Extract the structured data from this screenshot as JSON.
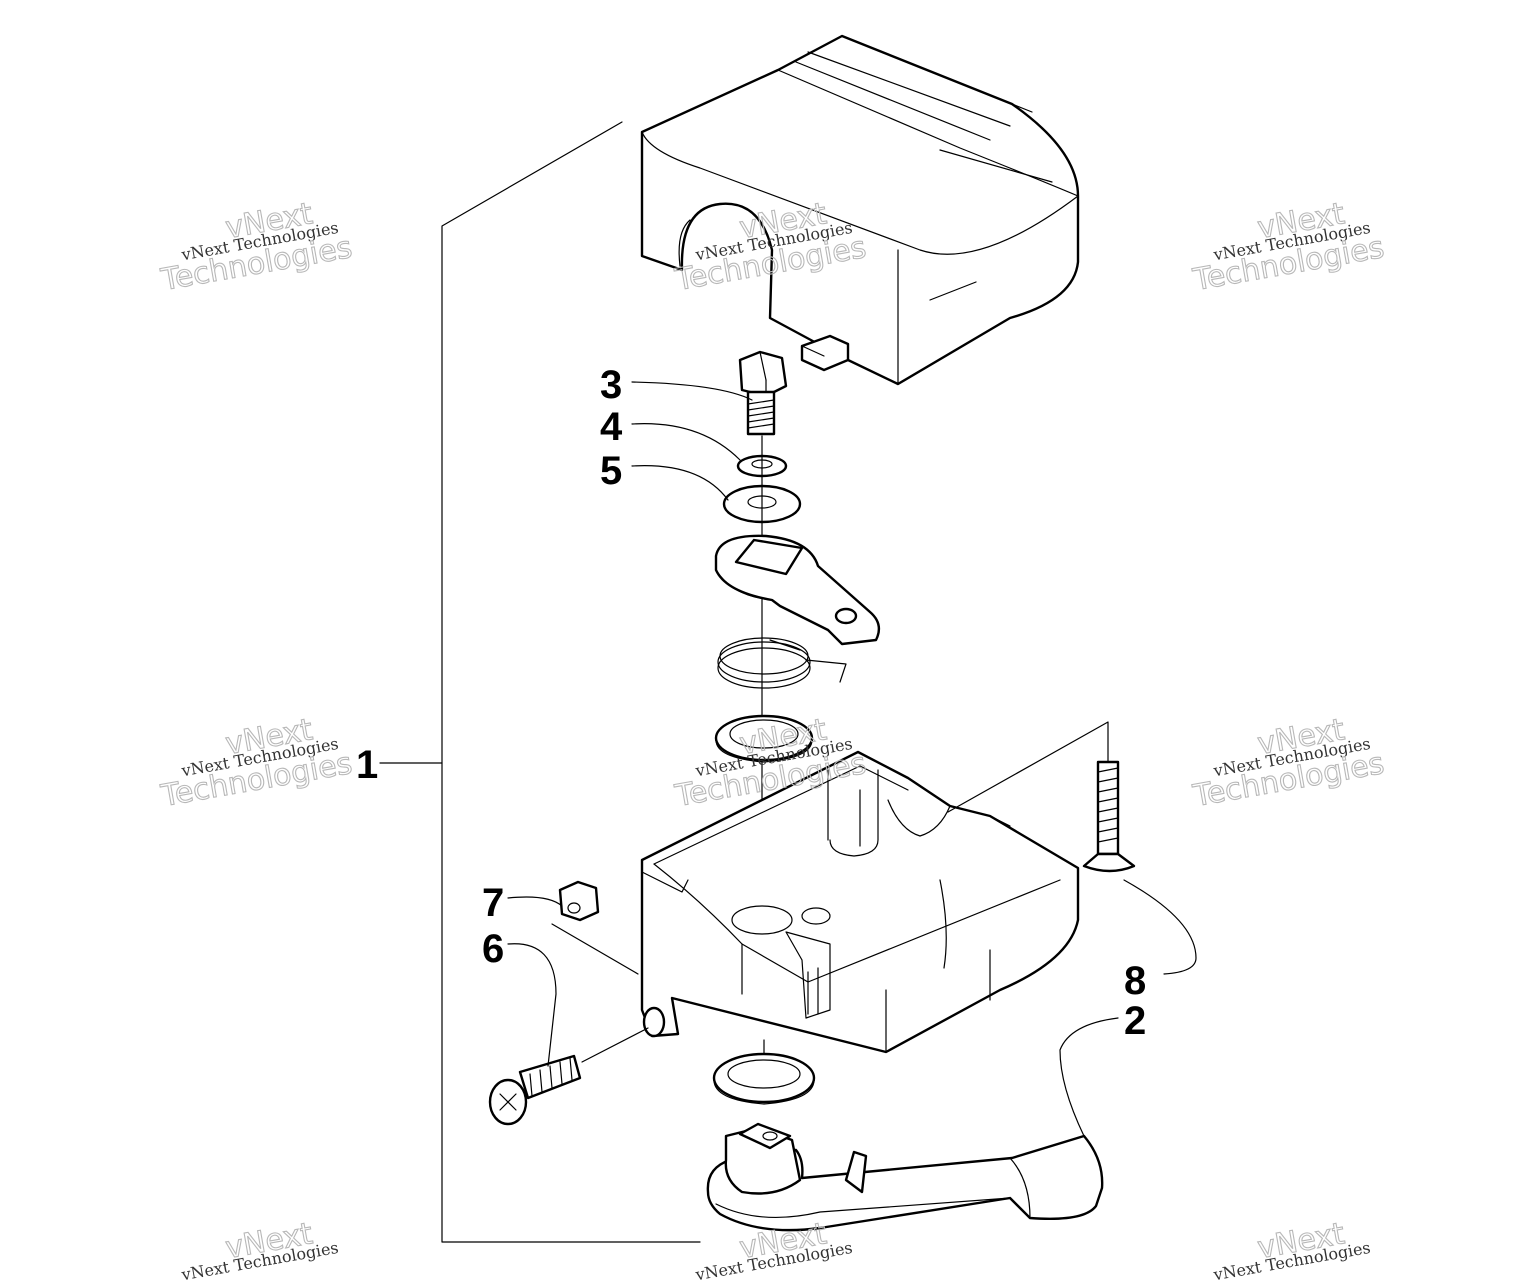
{
  "diagram": {
    "callouts": [
      {
        "id": "c1",
        "label": "1"
      },
      {
        "id": "c2",
        "label": "2"
      },
      {
        "id": "c3",
        "label": "3"
      },
      {
        "id": "c4",
        "label": "4"
      },
      {
        "id": "c5",
        "label": "5"
      },
      {
        "id": "c6",
        "label": "6"
      },
      {
        "id": "c7",
        "label": "7"
      },
      {
        "id": "c8",
        "label": "8"
      }
    ]
  },
  "watermark": {
    "line_top": "vNext",
    "line_full": "vNext Technologies",
    "line_bottom": "Technologies"
  }
}
